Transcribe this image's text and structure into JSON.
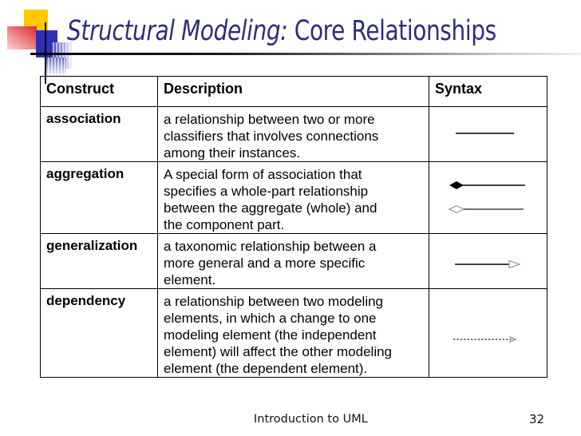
{
  "slide": {
    "title": {
      "italic": "Structural Modeling: ",
      "regular": "Core Relationships"
    },
    "table": {
      "headers": [
        "Construct",
        "Description",
        "Syntax"
      ],
      "rows": [
        {
          "construct": "association",
          "description": "a relationship between two or more\nclassifiers that involves connections\namong their instances.",
          "syntax_symbol": "solid-line"
        },
        {
          "construct": "aggregation",
          "description": "A special form of association that\nspecifies a whole-part relationship\nbetween the aggregate (whole) and\nthe component part.",
          "syntax_symbol": "filled-diamond-arrow-and-hollow-diamond-arrow"
        },
        {
          "construct": "generalization",
          "description": "a taxonomic relationship between a\nmore general and a more specific\nelement.",
          "syntax_symbol": "line-with-hollow-triangle-arrowhead"
        },
        {
          "construct": "dependency",
          "description": "a relationship between two modeling\nelements, in which a change to one\nmodeling element (the independent\nelement) will affect the other modeling\nelement (the dependent element).",
          "syntax_symbol": "dotted-line-with-open-arrowhead"
        }
      ]
    },
    "footer": {
      "text": "Introduction to UML",
      "page_number": "32"
    },
    "colors": {
      "title": "#2d2d7b",
      "deco_yellow": "#fec900",
      "deco_red": "#dd3333",
      "deco_blue": "#3030b4",
      "table_border": "#000000",
      "background": "#ffffff"
    }
  }
}
